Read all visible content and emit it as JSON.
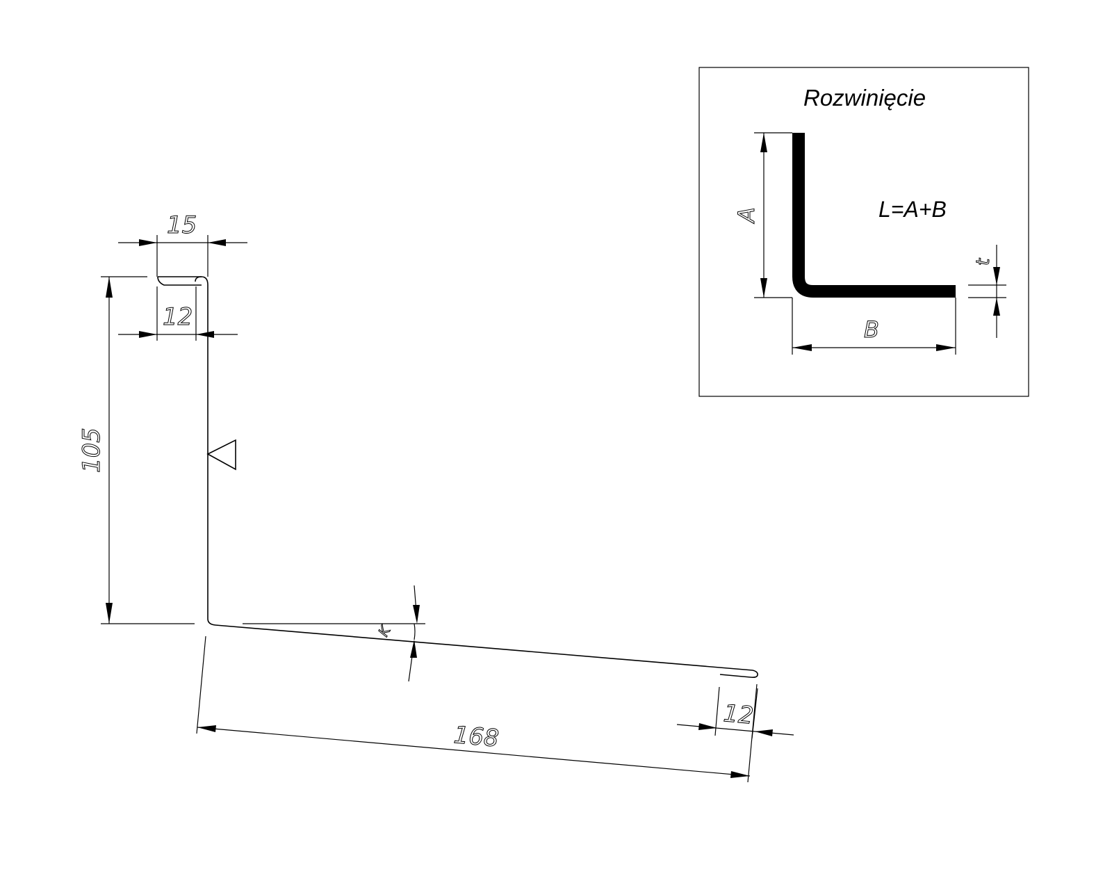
{
  "dimensions": {
    "top_width": "15",
    "top_hem": "12",
    "height": "105",
    "length": "168",
    "bottom_hem": "12",
    "angle_symbol": "K"
  },
  "inset": {
    "title": "Rozwinięcie",
    "formula": "L=A+B",
    "label_a": "A",
    "label_b": "B",
    "label_t": "t"
  }
}
